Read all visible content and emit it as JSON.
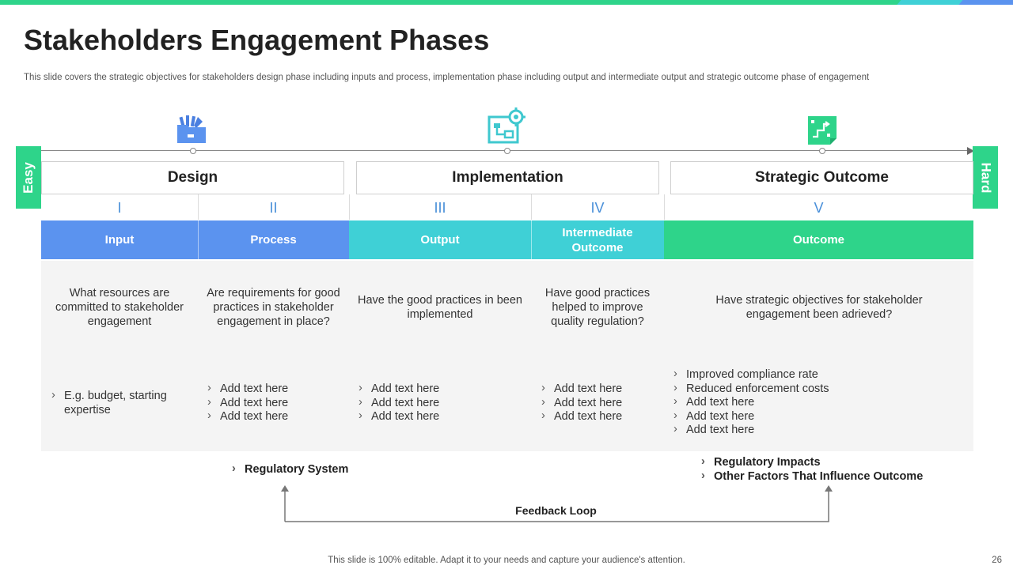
{
  "slide": {
    "title": "Stakeholders Engagement Phases",
    "subtitle": "This slide covers the strategic objectives for stakeholders design phase including inputs and process, implementation phase including output and intermediate output and strategic outcome phase of engagement",
    "footer": "This slide is 100% editable. Adapt it to your needs and capture your audience's attention.",
    "page_number": "26"
  },
  "scale": {
    "start": "Easy",
    "end": "Hard"
  },
  "phases": [
    "Design",
    "Implementation",
    "Strategic Outcome"
  ],
  "columns": [
    {
      "numeral": "I",
      "header": "Input",
      "question": "What resources are committed to stakeholder engagement",
      "items": [
        "E.g. budget, starting expertise"
      ]
    },
    {
      "numeral": "II",
      "header": "Process",
      "question": "Are requirements for good practices in stakeholder engagement in place?",
      "items": [
        "Add text here",
        "Add text here",
        "Add text here"
      ]
    },
    {
      "numeral": "III",
      "header": "Output",
      "question": "Have the good practices in been implemented",
      "items": [
        "Add text here",
        "Add text here",
        "Add text here"
      ]
    },
    {
      "numeral": "IV",
      "header": "Intermediate Outcome",
      "question": "Have good practices helped to improve quality regulation?",
      "items": [
        "Add text here",
        "Add text here",
        "Add text here"
      ]
    },
    {
      "numeral": "V",
      "header": "Outcome",
      "question": "Have strategic objectives for stakeholder engagement been adrieved?",
      "items": [
        "Improved compliance rate",
        "Reduced enforcement costs",
        "Add text here",
        "Add text here",
        "Add text here"
      ]
    }
  ],
  "regulatory": {
    "left": [
      "Regulatory System"
    ],
    "right": [
      "Regulatory Impacts",
      "Other Factors That Influence Outcome"
    ]
  },
  "feedback_loop": "Feedback Loop",
  "colors": {
    "accent_green": "#2ed48a",
    "accent_teal": "#3fd0d6",
    "accent_blue": "#5b93ef",
    "numeral_blue": "#4a90d9"
  },
  "icons": [
    "folder-tools-icon",
    "blueprint-gear-icon",
    "strategy-path-icon"
  ]
}
